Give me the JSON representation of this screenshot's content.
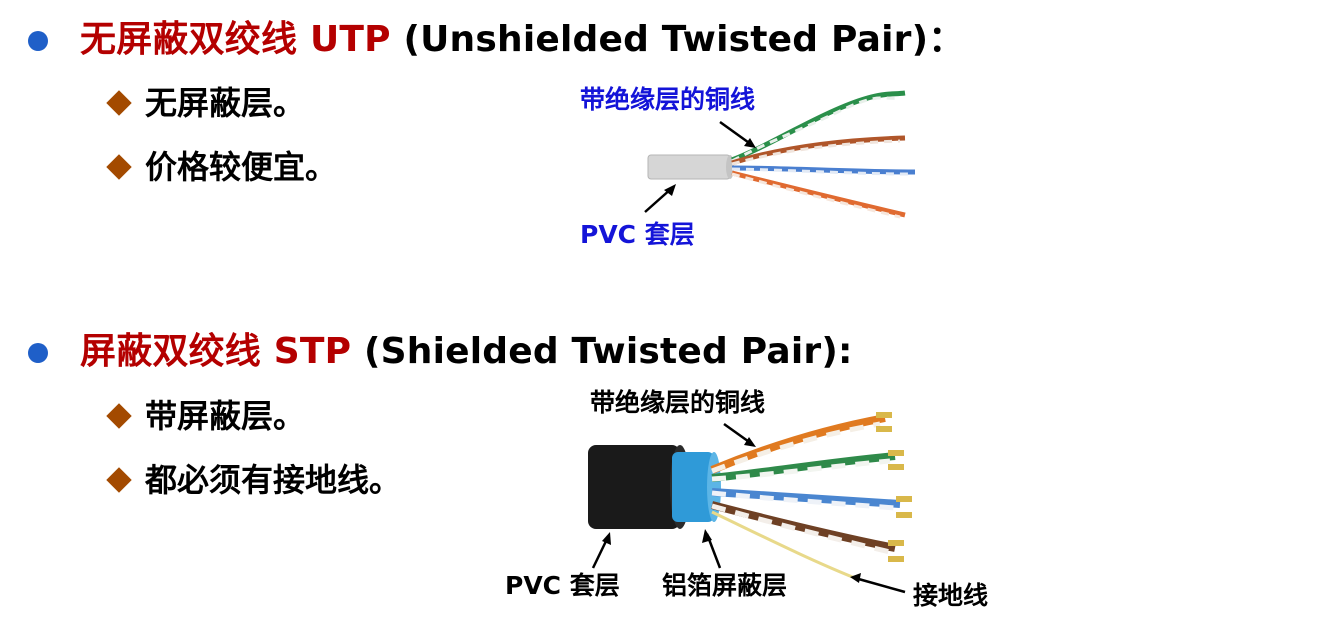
{
  "utp": {
    "title_cn": "无屏蔽双绞线",
    "title_abbr": "UTP",
    "title_en": "(Unshielded Twisted Pair)",
    "title_colon": "：",
    "points": [
      "无屏蔽层。",
      "价格较便宜。"
    ],
    "label_wire": "带绝缘层的铜线",
    "label_jacket": "PVC 套层"
  },
  "stp": {
    "title_cn": "屏蔽双绞线",
    "title_abbr": "STP",
    "title_en": "(Shielded Twisted Pair)",
    "title_colon": ":",
    "points": [
      "带屏蔽层。",
      "都必须有接地线。"
    ],
    "label_wire": "带绝缘层的铜线",
    "label_jacket": "PVC 套层",
    "label_foil": "铝箔屏蔽层",
    "label_ground": "接地线"
  },
  "colors": {
    "title_red": "#b40000",
    "bullet_blue": "#1f5fc8",
    "diamond_brown": "#a34a00",
    "label_blue": "#1414d8"
  }
}
